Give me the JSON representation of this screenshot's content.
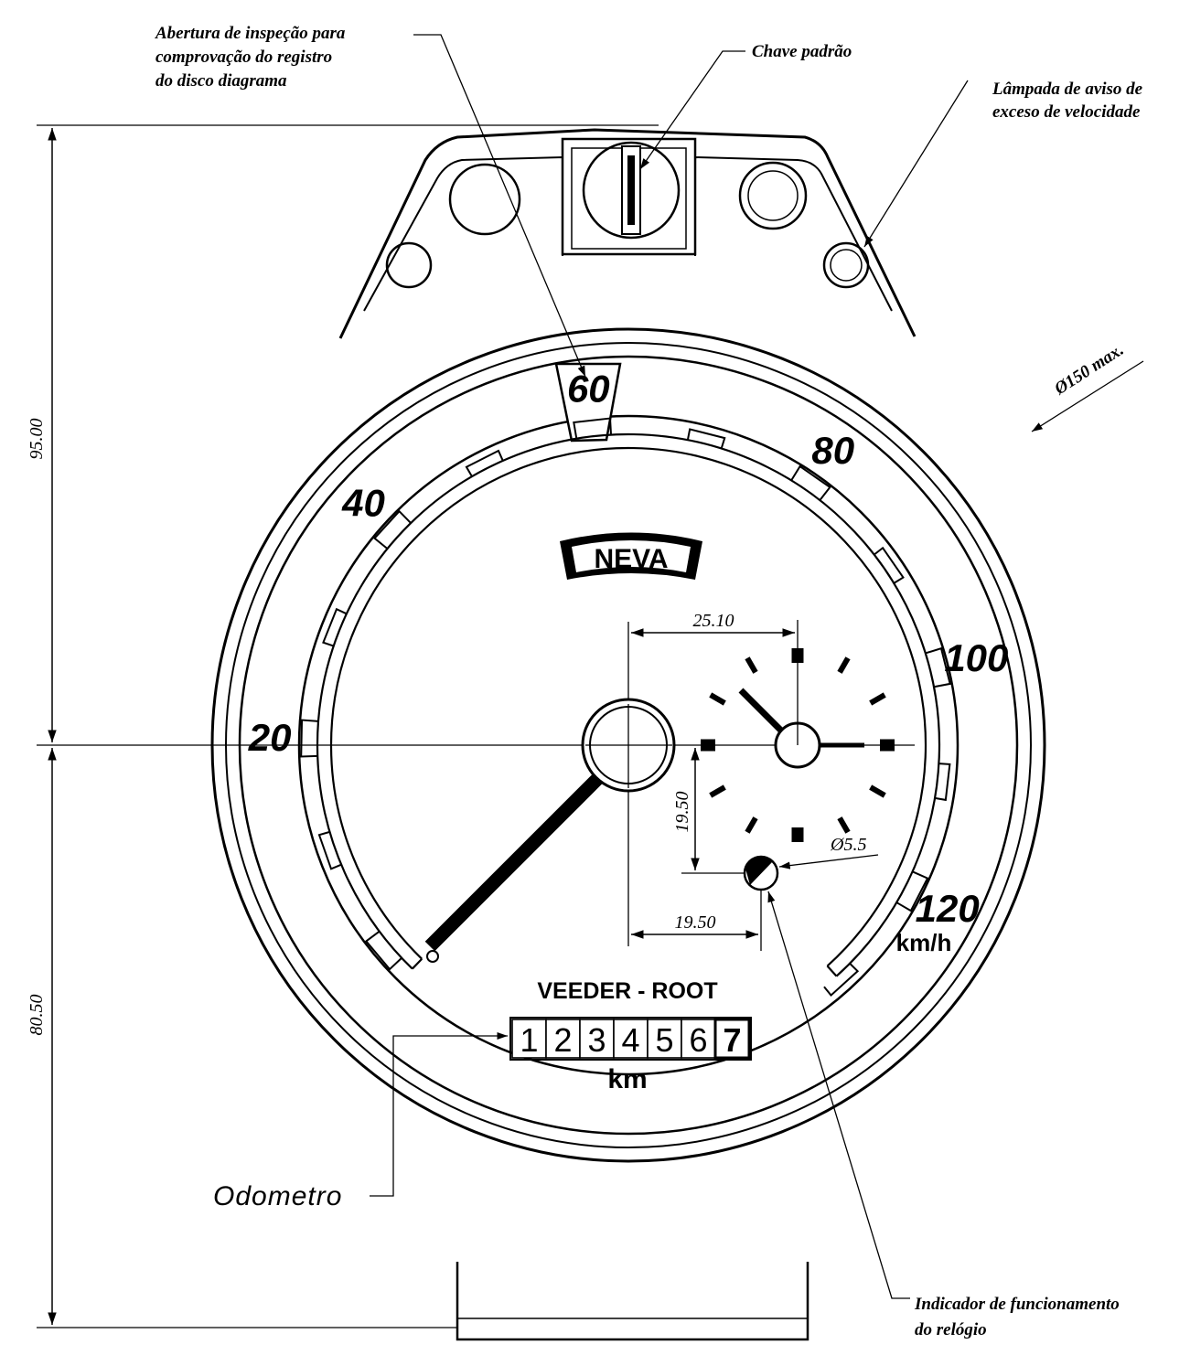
{
  "labels": {
    "inspection_opening": [
      "Abertura de inspeção para",
      "comprovação do registro",
      "do disco diagrama"
    ],
    "standard_key": "Chave padrão",
    "warning_lamp": [
      "Lâmpada de aviso de",
      "exceso de velocidade"
    ],
    "max_diameter": "Ø150 max.",
    "odometer": "Odometro",
    "clock_indicator": [
      "Indicador de funcionamento",
      "do relógio"
    ]
  },
  "dimensions": {
    "upper_height": "95.00",
    "lower_height": "80.50",
    "clock_horizontal": "25.10",
    "clock_vertical": "19.50",
    "indicator_horizontal": "19.50",
    "indicator_diameter": "Ø5.5"
  },
  "dial": {
    "scale_numbers": [
      "20",
      "40",
      "60",
      "80",
      "100",
      "120"
    ],
    "unit": "km/h",
    "brand": "NEVA",
    "maker": "VEEDER - ROOT",
    "odometer_digits": [
      "1",
      "2",
      "3",
      "4",
      "5",
      "6",
      "7"
    ],
    "odometer_unit": "km"
  }
}
